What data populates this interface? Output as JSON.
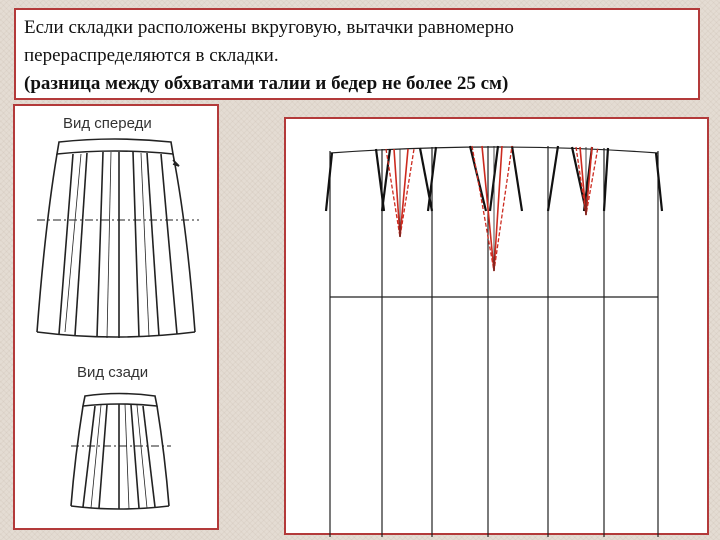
{
  "text": {
    "line1": "Если складки расположены вкруговую, вытачки равномерно",
    "line2": "перераспределяются в складки.",
    "line3": "(разница между обхватами талии и бедер не более 25 см)"
  },
  "front_view": {
    "caption": "Вид спереди"
  },
  "back_view": {
    "caption": "Вид сзади"
  },
  "colors": {
    "border": "#b33a3a",
    "dart": "#cc2a1f",
    "line": "#222222"
  }
}
